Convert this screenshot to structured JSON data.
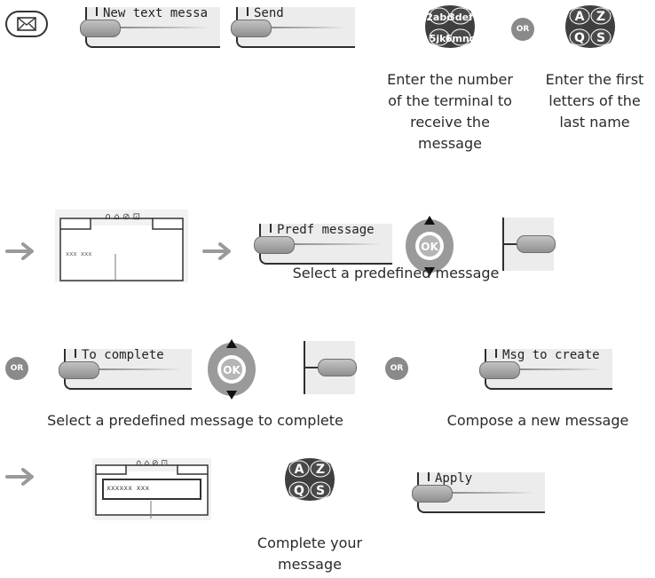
{
  "softkeys": {
    "new_text_message": "New text messa",
    "send": "Send",
    "predf_message": "Predf message",
    "to_complete": "To complete",
    "msg_to_create": "Msg to create",
    "apply": "Apply"
  },
  "badges": {
    "or": "OR"
  },
  "keypad": {
    "numeric_keys": [
      "2abc",
      "3def",
      "5jkl",
      "6mno"
    ],
    "alpha_keys": [
      "A",
      "Z",
      "Q",
      "S"
    ]
  },
  "navigator": {
    "ok_label": "OK"
  },
  "screens": {
    "idle": {
      "status_icons": "∩ ⌂ ⊘ ⊡",
      "text": "xxx xxx"
    },
    "edit": {
      "status_icons": "∩ ⌂ ⊘ ⊡",
      "text": "xxxxxx xxx"
    }
  },
  "captions": {
    "enter_number": "Enter the number of the terminal to receive the message",
    "enter_letters": "Enter the first letters of the last name",
    "select_predefined": "Select a predefined message",
    "select_predefined_complete": "Select a predefined message to complete",
    "compose_new": "Compose a new message",
    "complete_your_message": "Complete your message"
  },
  "icons": {
    "message_key": "envelope-icon",
    "step_arrow": "arrow-right-icon",
    "navigator": "ok-navigator-icon",
    "side_key": "side-key-icon"
  },
  "colors": {
    "key_gray": "#9a9a9a",
    "display_bg": "#ececec",
    "keypad_dark": "#3f3f3f",
    "badge_gray": "#8a8a8a"
  }
}
